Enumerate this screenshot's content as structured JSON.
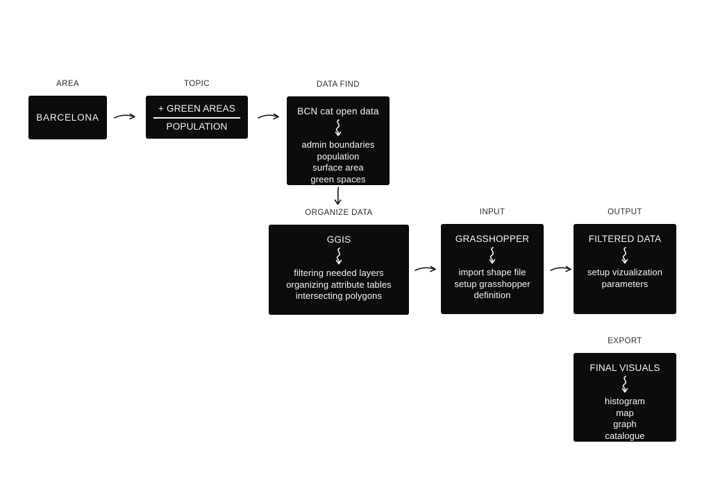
{
  "diagram": {
    "colors": {
      "background": "#ffffff",
      "box_background": "#0c0c0c",
      "box_text": "#f4f4f4",
      "label_text": "#2b2b2b",
      "arrow": "#1c1c1c"
    },
    "icons": {
      "flow_arrow_right": "curved-right-arrow",
      "flow_arrow_down": "curved-down-arrow",
      "squiggle": "wavy-down-arrow"
    },
    "stages": [
      {
        "label": "AREA",
        "title": "BARCELONA",
        "lines": []
      },
      {
        "label": "TOPIC",
        "numerator": "+ GREEN AREAS",
        "denominator": "POPULATION"
      },
      {
        "label": "DATA FIND",
        "title": "BCN cat open data",
        "lines": [
          "admin boundaries",
          "population",
          "surface area",
          "green spaces"
        ]
      },
      {
        "label": "ORGANIZE DATA",
        "title": "GGIS",
        "lines": [
          "filtering needed layers",
          "organizing attribute tables",
          "intersecting polygons"
        ]
      },
      {
        "label": "INPUT",
        "title": "GRASSHOPPER",
        "lines": [
          "import shape file",
          "setup grasshopper",
          "definition"
        ]
      },
      {
        "label": "OUTPUT",
        "title": "FILTERED DATA",
        "lines": [
          "setup vizualization",
          "parameters"
        ]
      },
      {
        "label": "EXPORT",
        "title": "FINAL VISUALS",
        "lines": [
          "histogram",
          "map",
          "graph",
          "catalogue"
        ]
      }
    ]
  }
}
